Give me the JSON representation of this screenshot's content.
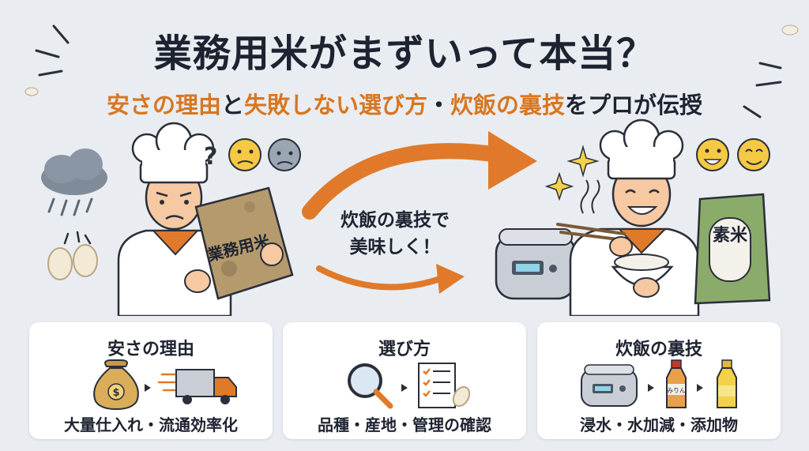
{
  "header": {
    "title": "業務用米がまずいって本当？",
    "subtitle_parts": [
      {
        "text": "安さの理由",
        "accent": true
      },
      {
        "text": "と",
        "accent": false
      },
      {
        "text": "失敗しない選び方",
        "accent": true
      },
      {
        "text": "・",
        "accent": false
      },
      {
        "text": "炊飯の裏技",
        "accent": true
      },
      {
        "text": "をプロが伝授",
        "accent": false
      }
    ]
  },
  "scene": {
    "rice_bag_label": "業務用米",
    "middle_text_line1": "炊飯の裏技で",
    "middle_text_line2": "美味しく！",
    "good_bag_label": "素米"
  },
  "cards": [
    {
      "title": "安さの理由",
      "caption": "大量仕入れ・流通効率化",
      "icons": [
        "money-bag-icon",
        "arrow-icon",
        "truck-icon"
      ]
    },
    {
      "title": "選び方",
      "caption": "品種・産地・管理の確認",
      "icons": [
        "magnifier-icon",
        "arrow-icon",
        "checklist-icon"
      ]
    },
    {
      "title": "炊飯の裏技",
      "caption": "浸水・水加減・添加物",
      "icons": [
        "rice-cooker-icon",
        "arrow-icon",
        "mirin-bottle-icon",
        "oil-bottle-icon"
      ]
    }
  ],
  "mirin_label": "みりん",
  "colors": {
    "accent": "#d9761f",
    "text": "#1d2330",
    "background": "#e9edf2",
    "card": "#ffffff"
  }
}
